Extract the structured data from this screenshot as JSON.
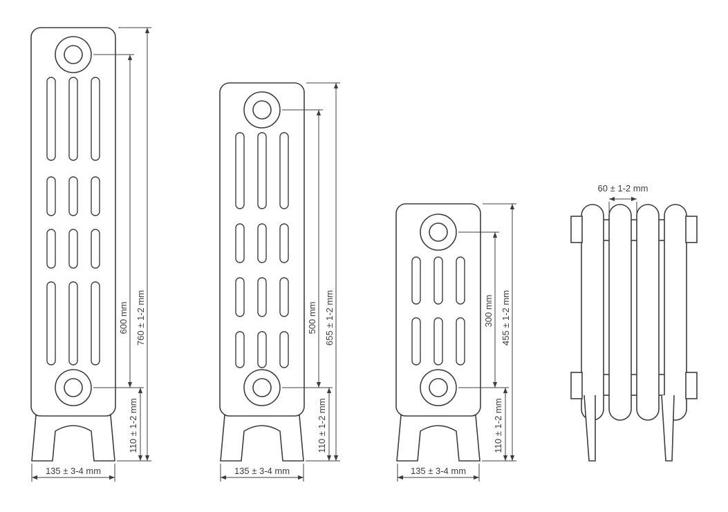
{
  "colors": {
    "line": "#3d3d3d",
    "background": "#ffffff"
  },
  "radiators": [
    {
      "name": "radiator-760",
      "height_total": "760 ± 1-2 mm",
      "axis_distance": "600 mm",
      "bottom_offset": "110 ± 1-2 mm",
      "width": "135 ± 3-4 mm"
    },
    {
      "name": "radiator-655",
      "height_total": "655 ± 1-2 mm",
      "axis_distance": "500 mm",
      "bottom_offset": "110 ± 1-2 mm",
      "width": "135 ± 3-4 mm"
    },
    {
      "name": "radiator-455",
      "height_total": "455 ± 1-2 mm",
      "axis_distance": "300 mm",
      "bottom_offset": "110 ± 1-2 mm",
      "width": "135 ± 3-4 mm"
    }
  ],
  "side_view": {
    "section_width": "60 ± 1-2 mm"
  }
}
